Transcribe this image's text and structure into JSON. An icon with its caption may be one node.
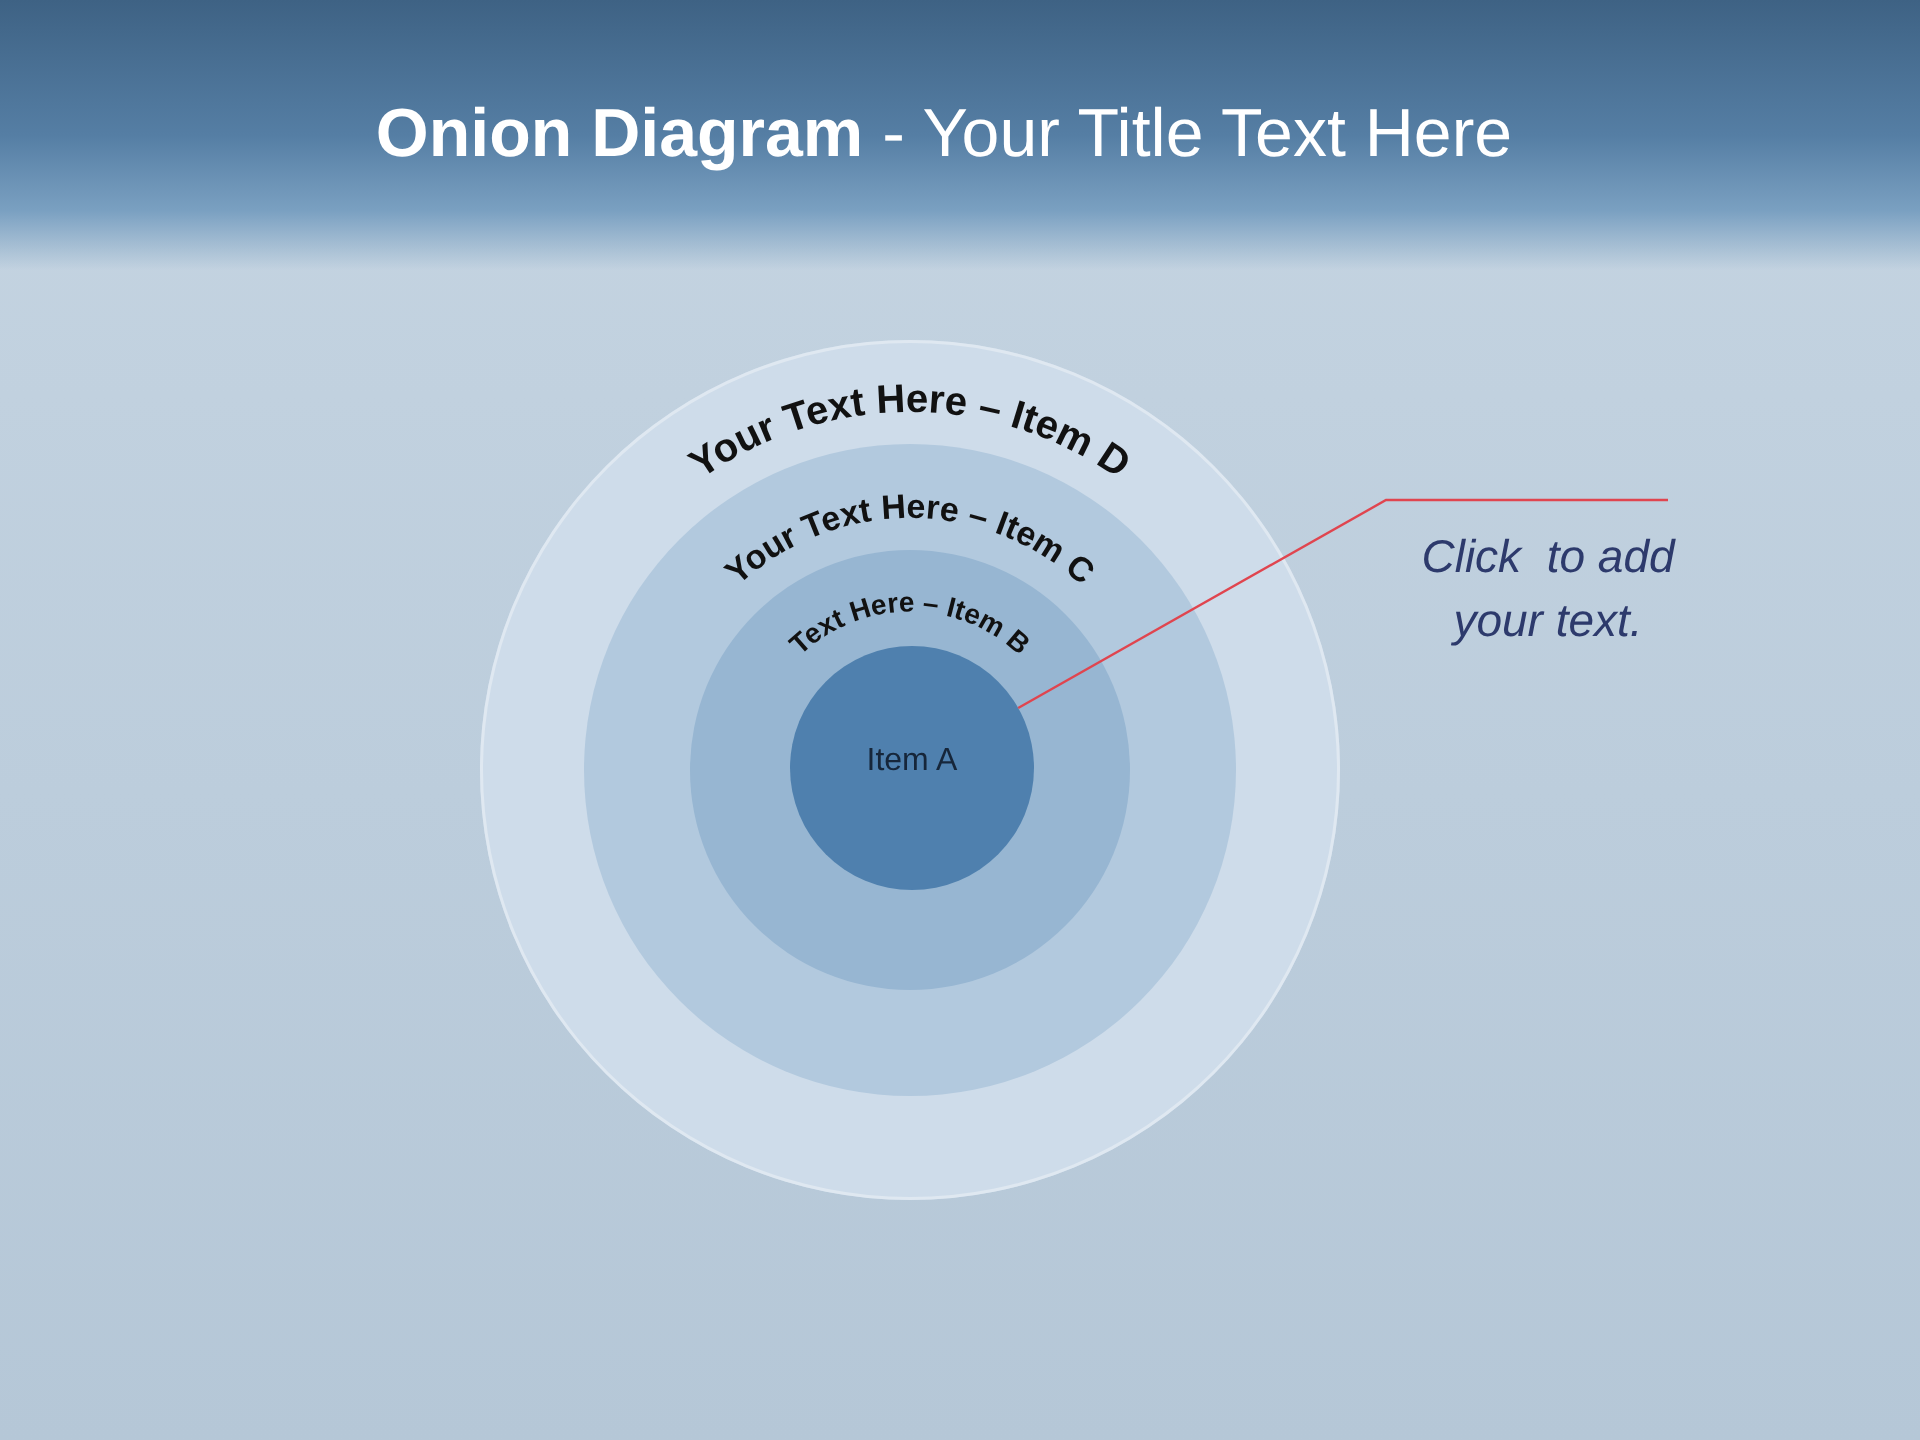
{
  "diagram": {
    "title": "**Onion Diagram** - Your Title Text Here",
    "nodes": [
      {
        "text": [
          "Your Text Here – Item D"
        ]
      },
      {
        "text": [
          "Your Text Here – Item C"
        ],
        "in": 0
      },
      {
        "text": [
          "Text Here – Item B"
        ],
        "in": 1
      },
      {
        "text": [
          "Item A"
        ],
        "in": 2
      },
      {
        "text": [
          "Click  to add your text."
        ]
      }
    ],
    "edges": [
      {
        "from": 4,
        "to": 3,
        "arrow": "none",
        "color": "#e0454f"
      }
    ]
  }
}
